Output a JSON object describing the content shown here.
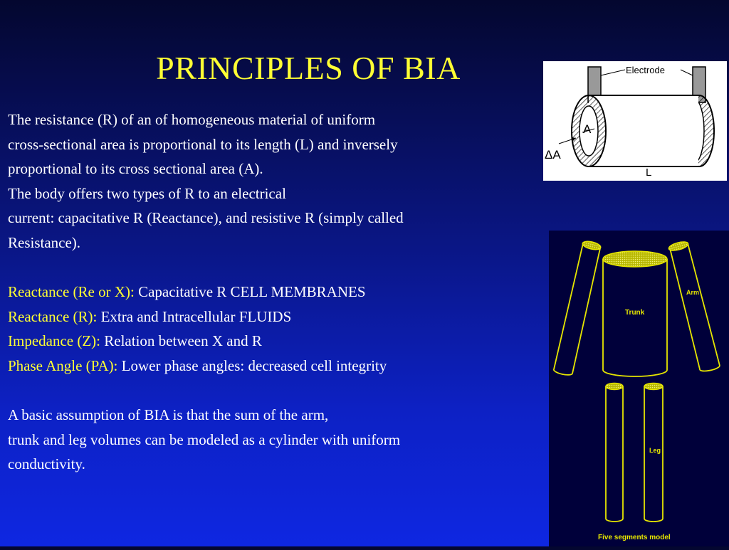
{
  "slide": {
    "title": "PRINCIPLES OF BIA",
    "paragraph1": [
      "The resistance (R) of an of  homogeneous material of uniform",
      "cross-sectional area is proportional to its  length (L) and inversely",
      "proportional to its cross sectional area (A).",
      "The body offers two types of R to an electrical",
      "current: capacitative R (Reactance), and resistive R (simply called",
      "Resistance)."
    ],
    "definitions": [
      {
        "term": "Reactance (Re or X):",
        "text": " Capacitative R CELL MEMBRANES"
      },
      {
        "term": "Reactance (R):",
        "text": " Extra and Intracellular FLUIDS"
      },
      {
        "term": "Impedance (Z):",
        "text": " Relation between X and R"
      },
      {
        "term": "Phase Angle (PA):",
        "text": " Lower phase angles: decreased cell integrity"
      }
    ],
    "paragraph2": [
      "A basic assumption of BIA is that the sum of the arm,",
      "trunk and leg volumes can be modeled as a cylinder with uniform",
      "conductivity."
    ]
  },
  "electrode_figure": {
    "electrode_label": "Electrode",
    "area_label": "A",
    "delta_area_label": "ΔA",
    "length_label": "L"
  },
  "segments_figure": {
    "trunk_label": "Trunk",
    "arm_label": "Arm",
    "leg_label": "Leg",
    "caption": "Five segments model"
  },
  "colors": {
    "title": "#ffff33",
    "term": "#ffff33",
    "text": "#ffffff",
    "cylinder_outline": "#e6e600"
  }
}
